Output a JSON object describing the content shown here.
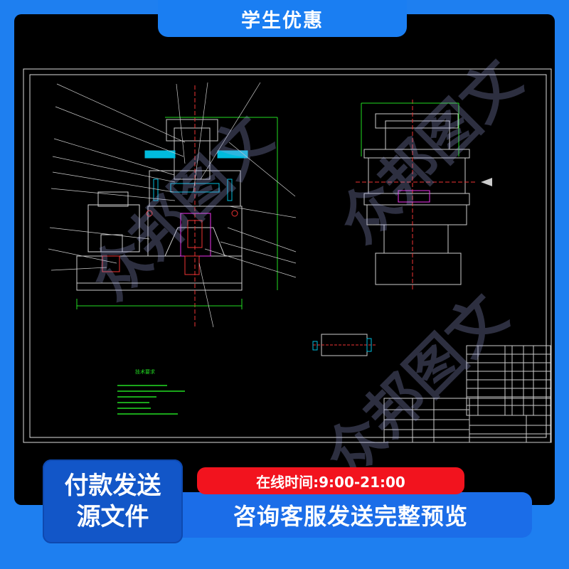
{
  "banner": {
    "title": "学生优惠"
  },
  "drawing": {
    "note_title": "技术要求",
    "watermark": "众邦图文"
  },
  "promo": {
    "pay_line1": "付款发送",
    "pay_line2": "源文件",
    "hours": "在线时间:9:00-21:00",
    "consult": "咨询客服发送完整预览"
  },
  "colors": {
    "blue": "#1e7ff0",
    "dark_blue": "#1256c8",
    "red": "#f2131e",
    "cad_bg": "#000000"
  }
}
